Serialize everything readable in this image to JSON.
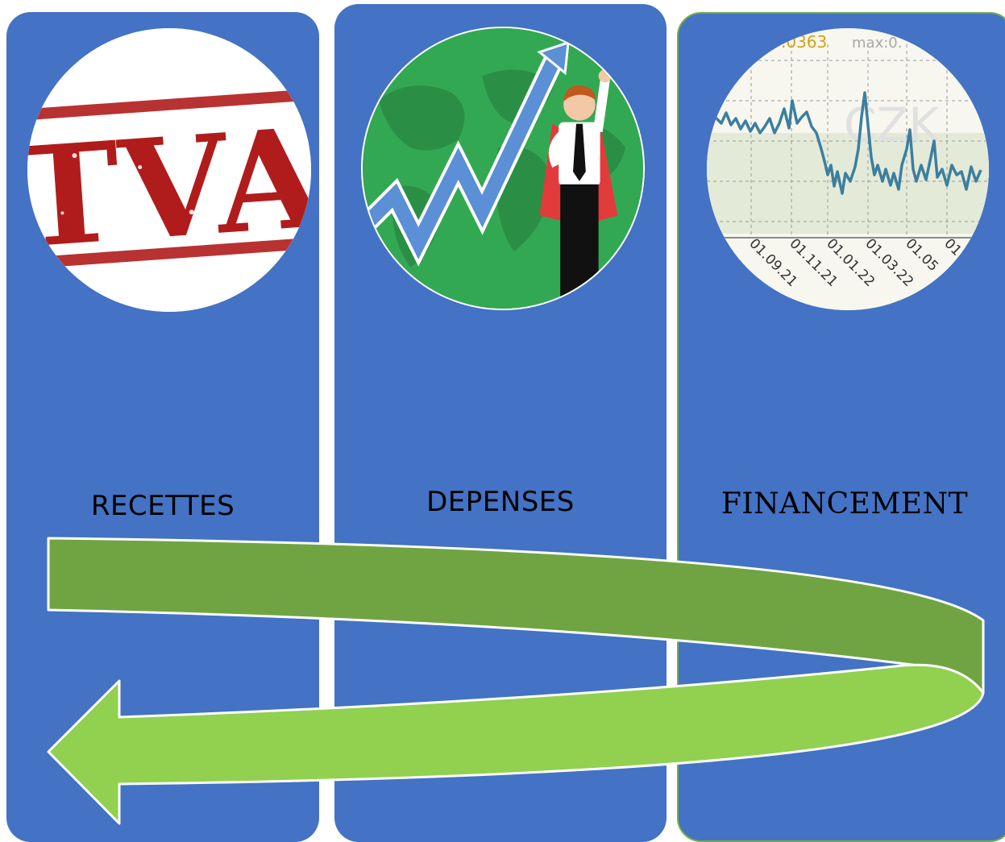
{
  "columns": [
    {
      "label": "RECETTES",
      "image_icon": "tva-stamp-icon"
    },
    {
      "label": "DEPENSES",
      "image_icon": "rising-chart-businessman-icon"
    },
    {
      "label": "FINANCEMENT",
      "image_icon": "exchange-rate-chart-icon"
    }
  ],
  "tva_stamp": {
    "text": "TVA"
  },
  "rate_chart": {
    "header_min": ".0363",
    "header_max": "max:0.",
    "watermark": "CZK",
    "dates": [
      "01.09.21",
      "01.11.21",
      "01.01.22",
      "01.03.22",
      "01.05",
      "01"
    ]
  },
  "colors": {
    "panel": "#4472c4",
    "arrow_top": "#70a442",
    "arrow_bottom": "#92d050",
    "stamp_red": "#b01c1c",
    "chart_line": "#3b7fa0"
  }
}
